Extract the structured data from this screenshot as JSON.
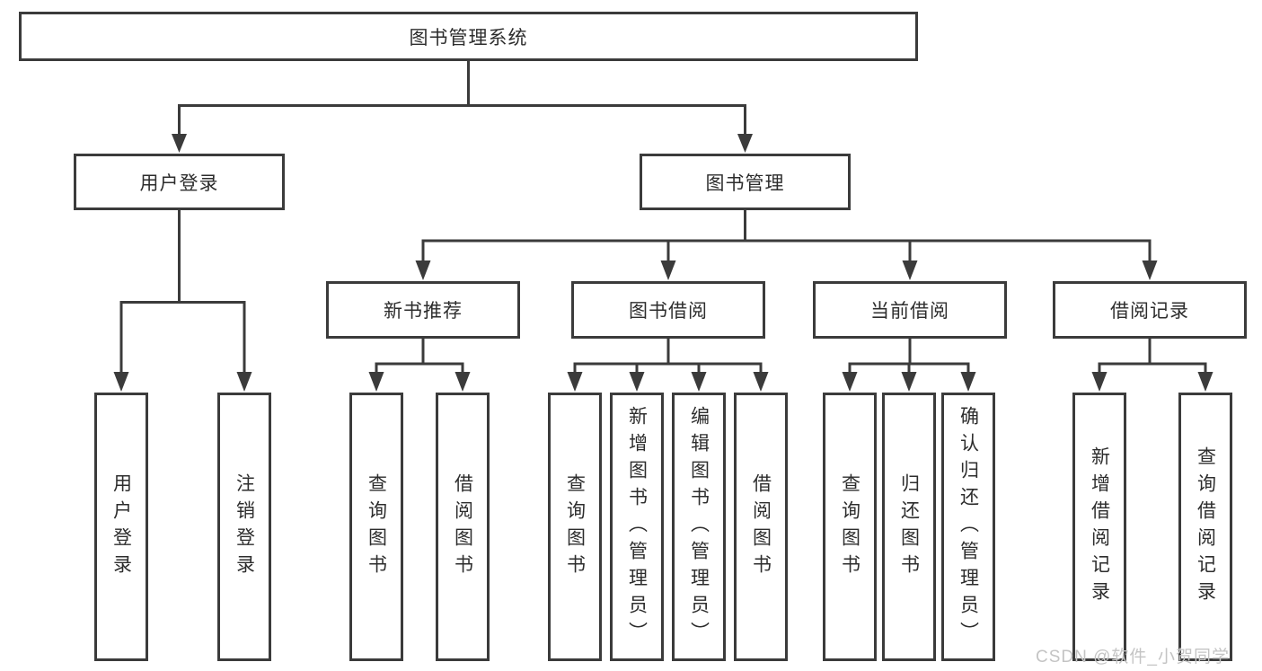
{
  "colors": {
    "line": "#3b3b3b",
    "text": "#2d2d2d",
    "background": "#ffffff",
    "watermark_text": "#c4c4c4"
  },
  "tree": {
    "root": "图书管理系统",
    "branches": [
      {
        "label": "用户登录",
        "children": [
          "用户登录",
          "注销登录"
        ]
      },
      {
        "label": "图书管理",
        "children": [
          {
            "label": "新书推荐",
            "children": [
              "查询图书",
              "借阅图书"
            ]
          },
          {
            "label": "图书借阅",
            "children": [
              "查询图书",
              "新增图书（管理员）",
              "编辑图书（管理员）",
              "借阅图书"
            ]
          },
          {
            "label": "当前借阅",
            "children": [
              "查询图书",
              "归还图书",
              "确认归还（管理员）"
            ]
          },
          {
            "label": "借阅记录",
            "children": [
              "新增借阅记录",
              "查询借阅记录"
            ]
          }
        ]
      }
    ]
  },
  "watermark": {
    "text": "CSDN @软件_小贺同学"
  }
}
